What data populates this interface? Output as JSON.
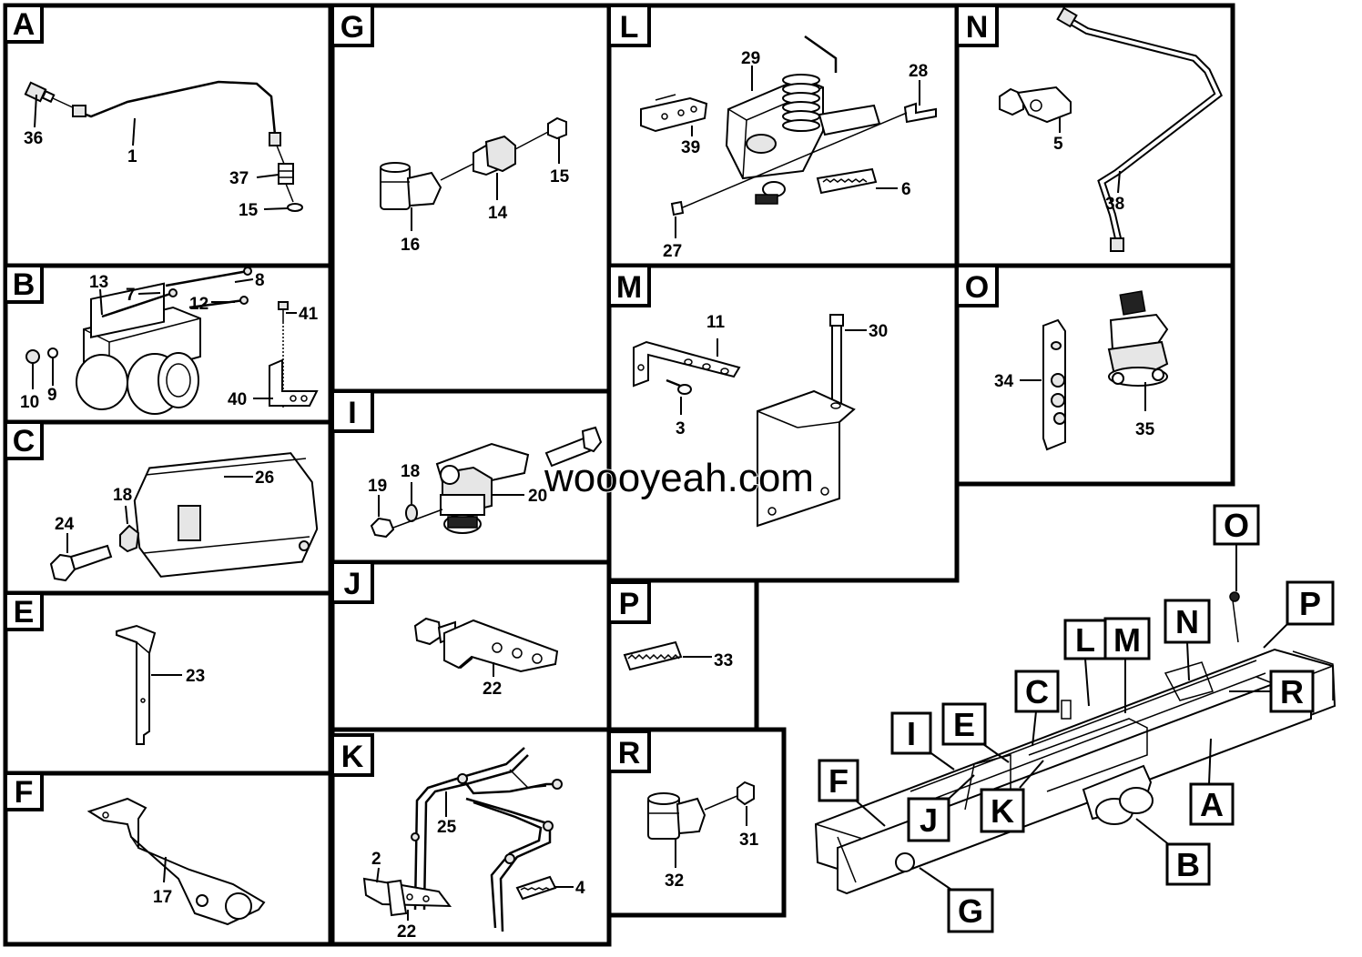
{
  "watermark": "woooyeah.com",
  "panels": [
    {
      "id": "A",
      "label": "A",
      "numbers": [
        "36",
        "1",
        "37",
        "15"
      ]
    },
    {
      "id": "B",
      "label": "B",
      "numbers": [
        "13",
        "8",
        "7",
        "12",
        "41",
        "10",
        "9",
        "40"
      ]
    },
    {
      "id": "C",
      "label": "C",
      "numbers": [
        "26",
        "18",
        "24"
      ]
    },
    {
      "id": "E",
      "label": "E",
      "numbers": [
        "23"
      ]
    },
    {
      "id": "F",
      "label": "F",
      "numbers": [
        "17"
      ]
    },
    {
      "id": "G",
      "label": "G",
      "numbers": [
        "15",
        "14",
        "16"
      ]
    },
    {
      "id": "I",
      "label": "I",
      "numbers": [
        "18",
        "19",
        "20"
      ]
    },
    {
      "id": "J",
      "label": "J",
      "numbers": [
        "22"
      ]
    },
    {
      "id": "K",
      "label": "K",
      "numbers": [
        "25",
        "2",
        "4",
        "22"
      ]
    },
    {
      "id": "L",
      "label": "L",
      "numbers": [
        "29",
        "28",
        "39",
        "6",
        "27"
      ]
    },
    {
      "id": "M",
      "label": "M",
      "numbers": [
        "11",
        "30",
        "3"
      ]
    },
    {
      "id": "N",
      "label": "N",
      "numbers": [
        "5",
        "38"
      ]
    },
    {
      "id": "O",
      "label": "O",
      "numbers": [
        "34",
        "35"
      ]
    },
    {
      "id": "P",
      "label": "P",
      "numbers": [
        "33"
      ]
    },
    {
      "id": "R",
      "label": "R",
      "numbers": [
        "31",
        "32"
      ]
    }
  ],
  "overview_callouts": [
    "O",
    "P",
    "N",
    "M",
    "L",
    "R",
    "C",
    "E",
    "I",
    "F",
    "J",
    "K",
    "A",
    "B",
    "G"
  ]
}
